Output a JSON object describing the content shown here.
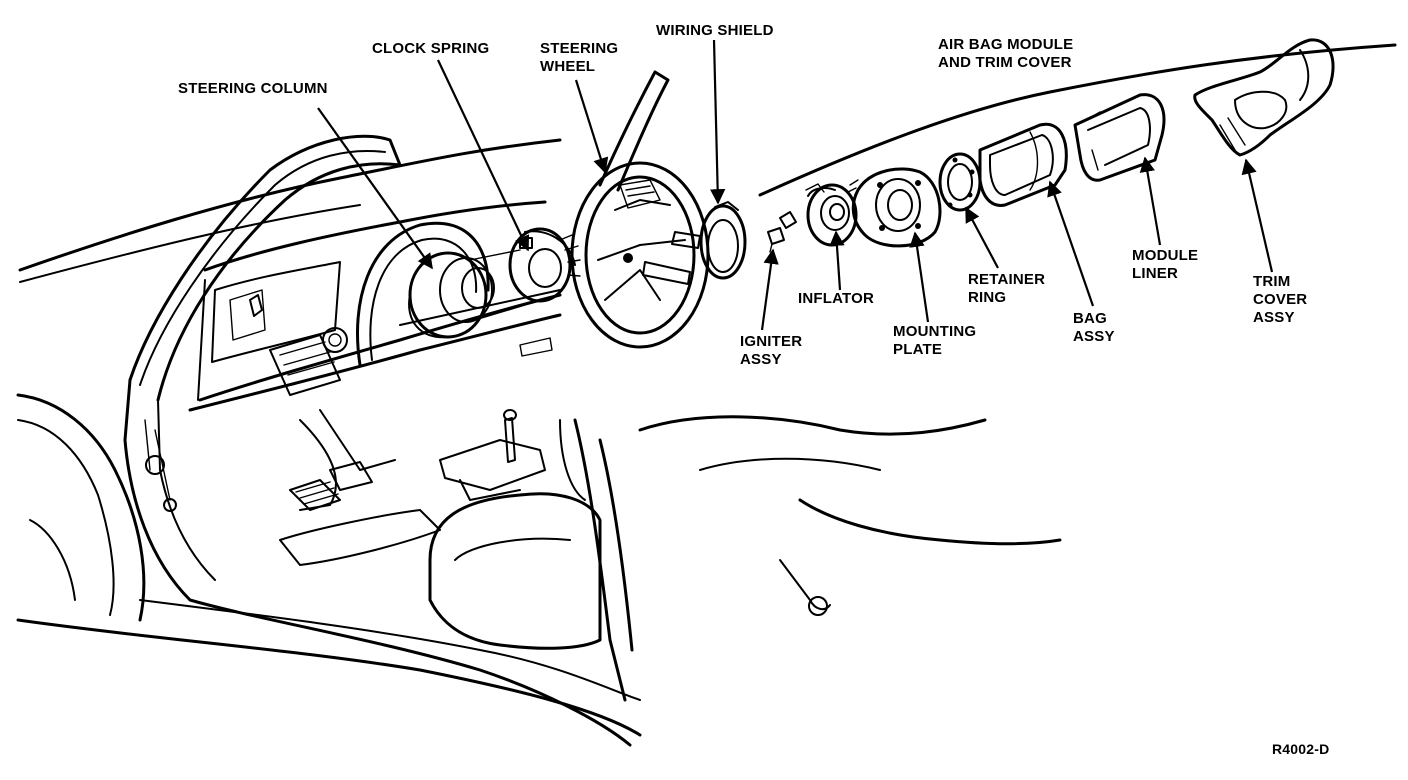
{
  "labels": {
    "steering_column": "STEERING COLUMN",
    "clock_spring": "CLOCK SPRING",
    "steering_wheel": "STEERING\nWHEEL",
    "wiring_shield": "WIRING SHIELD",
    "air_bag_module": "AIR BAG MODULE\nAND TRIM COVER",
    "inflator": "INFLATOR",
    "igniter_assy": "IGNITER\nASSY",
    "mounting_plate": "MOUNTING\nPLATE",
    "retainer_ring": "RETAINER\nRING",
    "bag_assy": "BAG\nASSY",
    "module_liner": "MODULE\nLINER",
    "trim_cover_assy": "TRIM\nCOVER\nASSY"
  },
  "figure_code": "R4002-D"
}
